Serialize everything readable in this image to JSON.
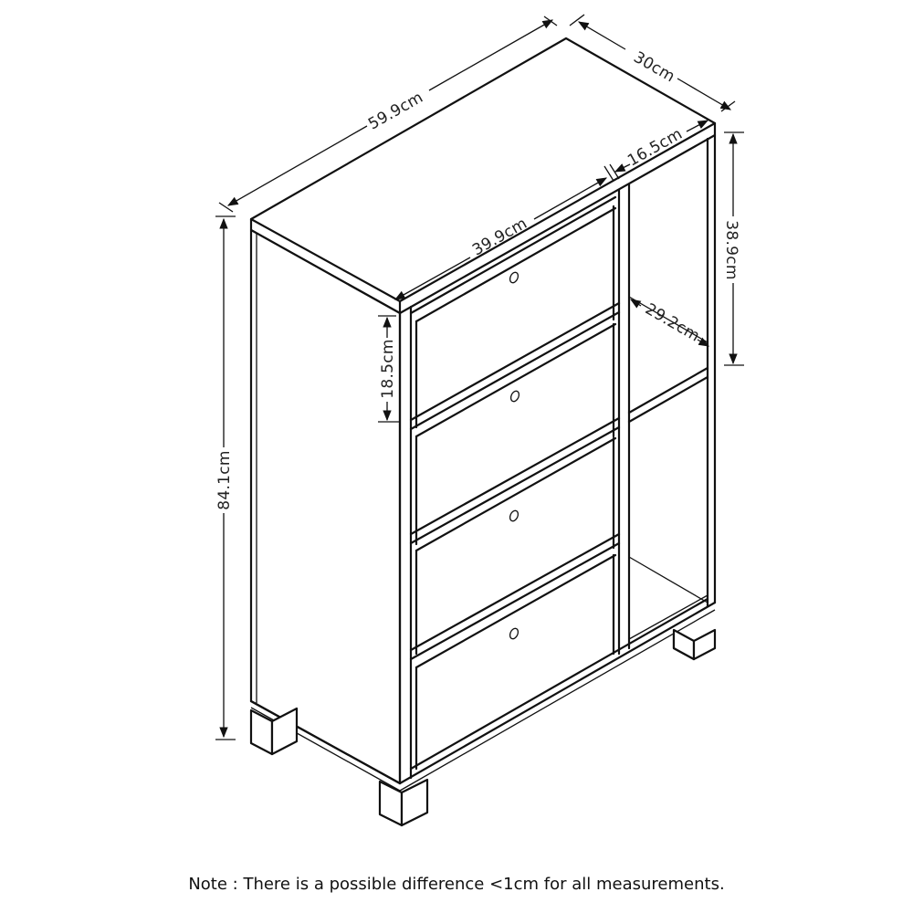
{
  "diagram": {
    "title": "Cabinet dimension drawing",
    "colors": {
      "line": "#111111",
      "background": "#ffffff"
    },
    "dimensions": {
      "width_total": "59.9cm",
      "depth": "30cm",
      "open_section_width": "16.5cm",
      "drawer_width": "39.9cm",
      "open_section_height": "38.9cm",
      "open_section_depth": "29.2cm",
      "drawer_height": "18.5cm",
      "height_total": "84.1cm"
    },
    "components": {
      "drawers": [
        {
          "label": "drawer-1",
          "handle": "finger-hole"
        },
        {
          "label": "drawer-2",
          "handle": "finger-hole"
        },
        {
          "label": "drawer-3",
          "handle": "finger-hole"
        },
        {
          "label": "drawer-4",
          "handle": "finger-hole"
        }
      ],
      "open_shelves": 2,
      "legs": 4
    }
  },
  "note": "Note : There is a possible difference <1cm for all measurements."
}
